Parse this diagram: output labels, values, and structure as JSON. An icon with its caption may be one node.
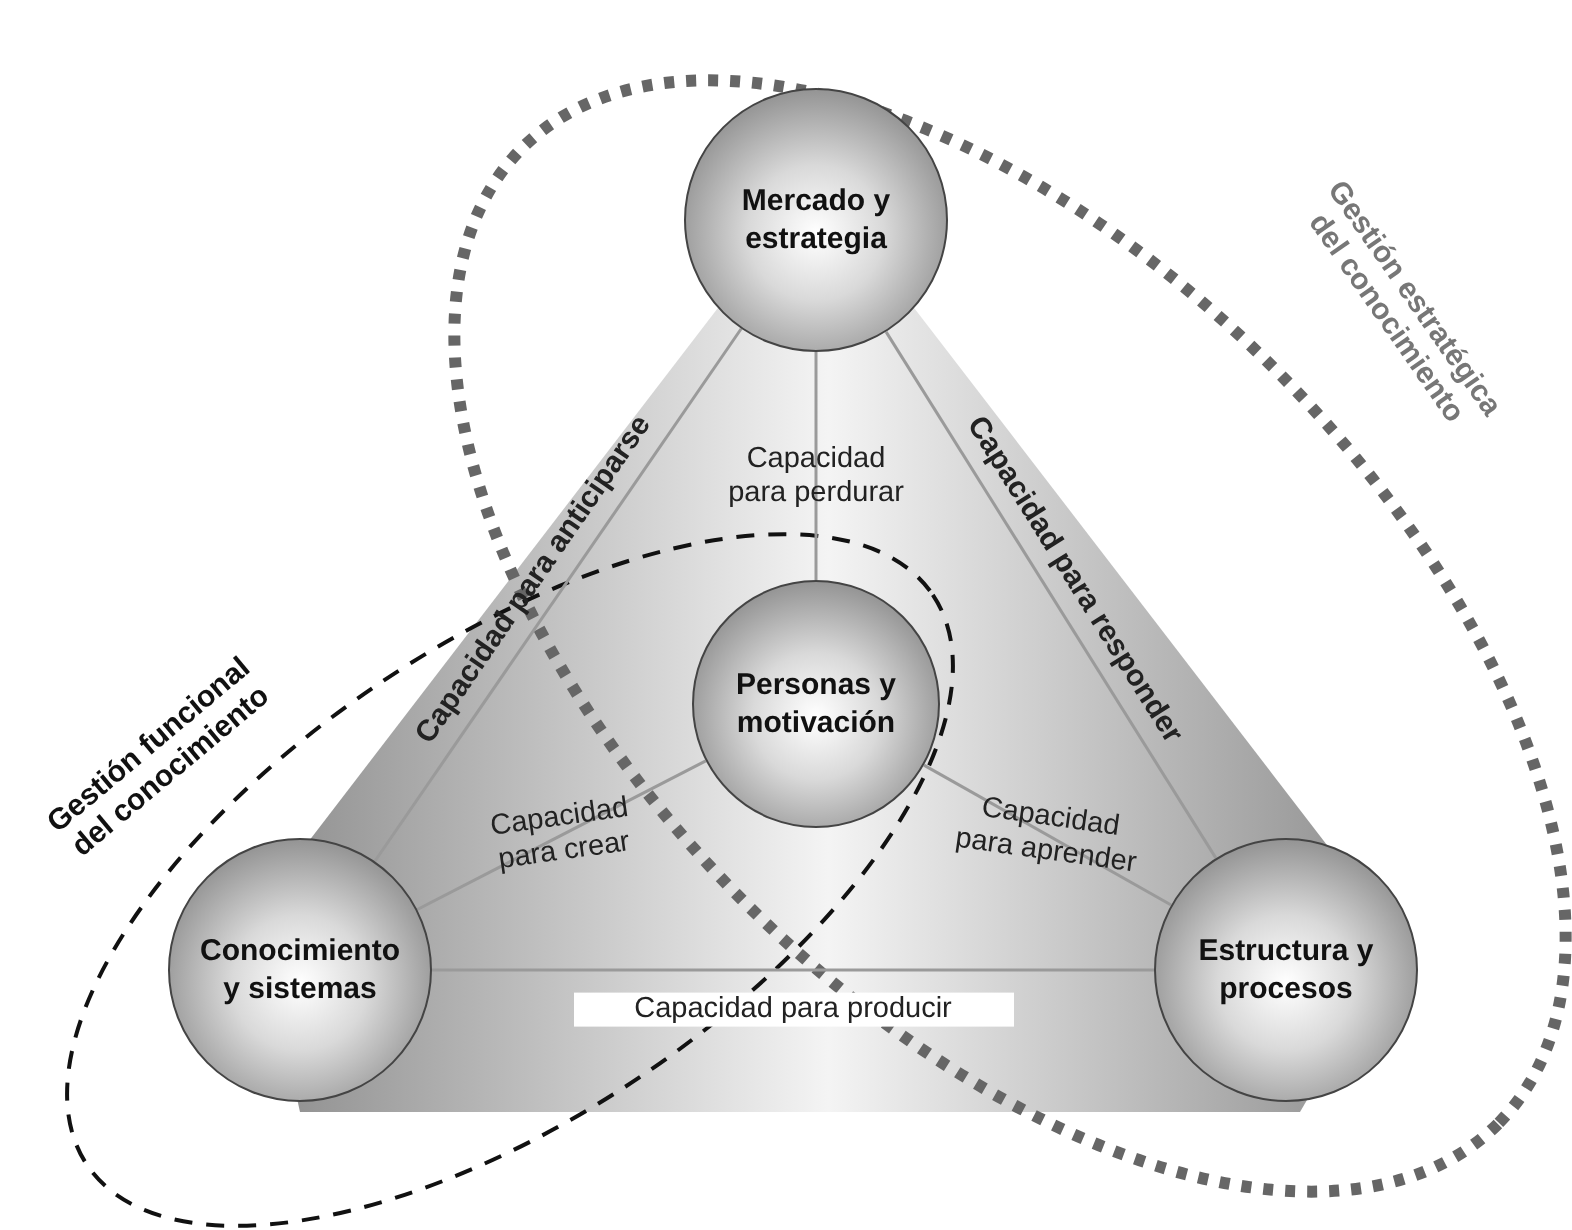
{
  "diagram": {
    "nodes": [
      {
        "text": [
          "Mercado y estrategia"
        ]
      },
      {
        "text": [
          "Personas y motivación"
        ]
      },
      {
        "text": [
          "Conocimiento y sistemas"
        ]
      },
      {
        "text": [
          "Estructura y procesos"
        ]
      }
    ],
    "labels": [
      "Gestión estratégica del conocimiento",
      "Gestión funcional del conocimiento"
    ],
    "edges": [
      {
        "from": 1,
        "to": 0,
        "arrow": "none",
        "label": "Capacidad para perdurar"
      },
      {
        "from": 1,
        "to": 2,
        "arrow": "none",
        "label": "Capacidad para crear"
      },
      {
        "from": 1,
        "to": 3,
        "arrow": "none",
        "label": "Capacidad para aprender"
      },
      {
        "from": 0,
        "to": 2,
        "arrow": "none",
        "label": "Capacidad para anticiparse"
      },
      {
        "from": 0,
        "to": 3,
        "arrow": "none",
        "label": "Capacidad para responder"
      },
      {
        "from": 2,
        "to": 3,
        "arrow": "none",
        "label": "Capacidad para producir"
      }
    ]
  }
}
